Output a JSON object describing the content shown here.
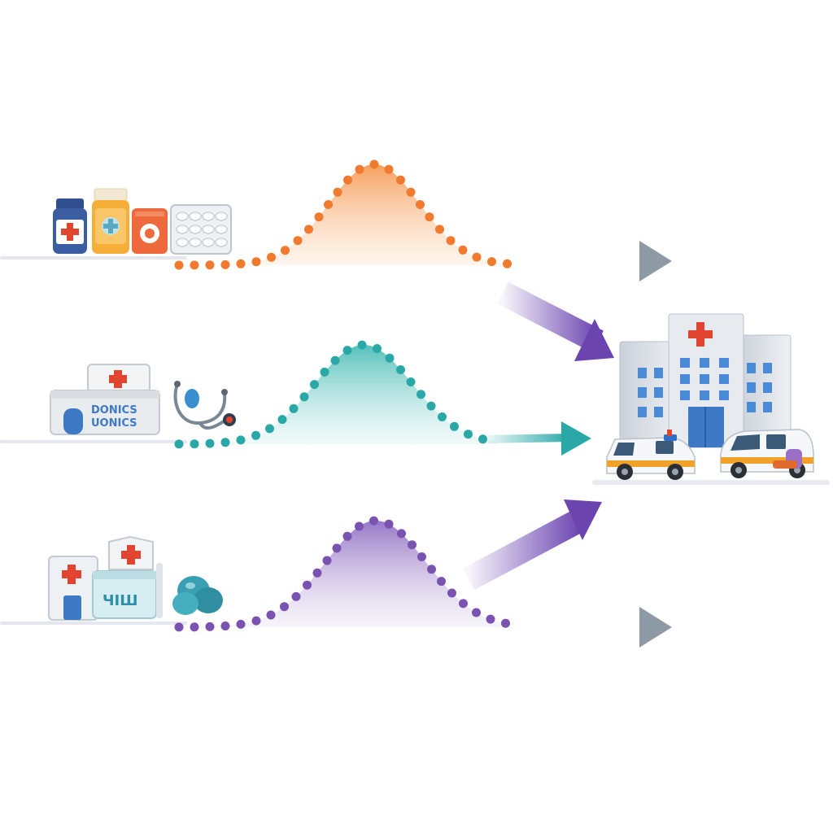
{
  "rows": [
    {
      "id": "medications",
      "color": "#f07a2e",
      "fill_top": "#f7a064",
      "icons": [
        "medicine-bottle-icon",
        "pill-jar-icon",
        "first-aid-box-icon",
        "blister-pack-icon"
      ]
    },
    {
      "id": "clinics",
      "color": "#2aa8a8",
      "fill_top": "#5cc6c2",
      "sign_text": "DONICS",
      "sign_text_2": "UONICS",
      "icons": [
        "clinic-building-icon",
        "stethoscope-icon"
      ]
    },
    {
      "id": "care-centers",
      "color": "#7a52b0",
      "fill_top": "#9a7cc8",
      "sign_text": "ЧІШ",
      "icons": [
        "small-hospital-icon",
        "urgent-care-icon",
        "pill-cluster-icon"
      ]
    }
  ],
  "destination": {
    "icons": [
      "hospital-building-icon",
      "ambulance-icon",
      "ambulance-icon"
    ]
  },
  "colors": {
    "axis": "#e4e8ee",
    "arrow_gray": "#9aa7b2",
    "arrow_purple": "#6b44b0",
    "arrow_teal": "#2aa8a8"
  }
}
